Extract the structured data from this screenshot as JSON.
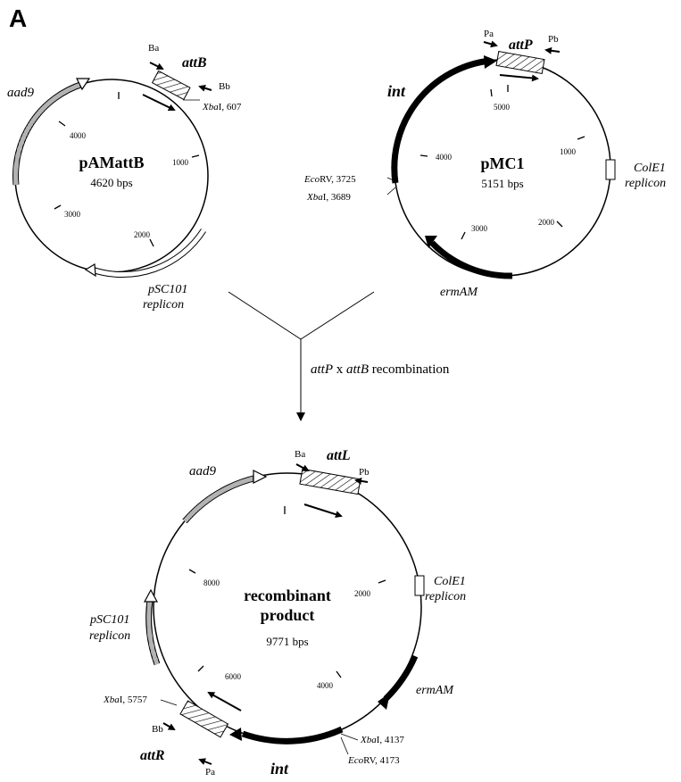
{
  "panel_label": "A",
  "plasmids": {
    "pamattb": {
      "name": "pAMattB",
      "size": "4620 bps",
      "site_name": "attB",
      "ticks": [
        "1000",
        "2000",
        "3000",
        "4000"
      ],
      "primer_a": "Ba",
      "primer_b": "Bb",
      "xbai": {
        "enzyme": "Xba",
        "suffix": "I, 607"
      },
      "gene_aad9": "aad9",
      "replicon_line1": "pSC101",
      "replicon_line2": "replicon"
    },
    "pmc1": {
      "name": "pMC1",
      "size": "5151 bps",
      "site_name": "attP",
      "ticks": [
        "1000",
        "2000",
        "3000",
        "4000",
        "5000"
      ],
      "primer_a": "Pa",
      "primer_b": "Pb",
      "gene_int": "int",
      "gene_ermam": "ermAM",
      "colel_line1": "ColE1",
      "colel_line2": "replicon",
      "ecorv": {
        "enzyme": "Eco",
        "suffix": "RV, 3725"
      },
      "xbai": {
        "enzyme": "Xba",
        "suffix": "I, 3689"
      }
    },
    "recombinant": {
      "name_line1": "recombinant",
      "name_line2": "product",
      "size": "9771 bps",
      "ticks": [
        "2000",
        "4000",
        "6000",
        "8000"
      ],
      "site_left": "attL",
      "site_right": "attR",
      "primer_ba": "Ba",
      "primer_pb": "Pb",
      "primer_bb": "Bb",
      "primer_pa": "Pa",
      "gene_aad9": "aad9",
      "gene_int": "int",
      "gene_ermam": "ermAM",
      "pscl_line1": "pSC101",
      "pscl_line2": "replicon",
      "colel_line1": "ColE1",
      "colel_line2": "replicon",
      "xbai_left": {
        "enzyme": "Xba",
        "suffix": "I, 5757"
      },
      "xbai_right": {
        "enzyme": "Xba",
        "suffix": "I, 4137"
      },
      "ecorv": {
        "enzyme": "Eco",
        "suffix": "RV, 4173"
      }
    }
  },
  "recombination": {
    "site_p": "attP",
    "x": "x",
    "site_b": "attB",
    "word": "recombination"
  }
}
